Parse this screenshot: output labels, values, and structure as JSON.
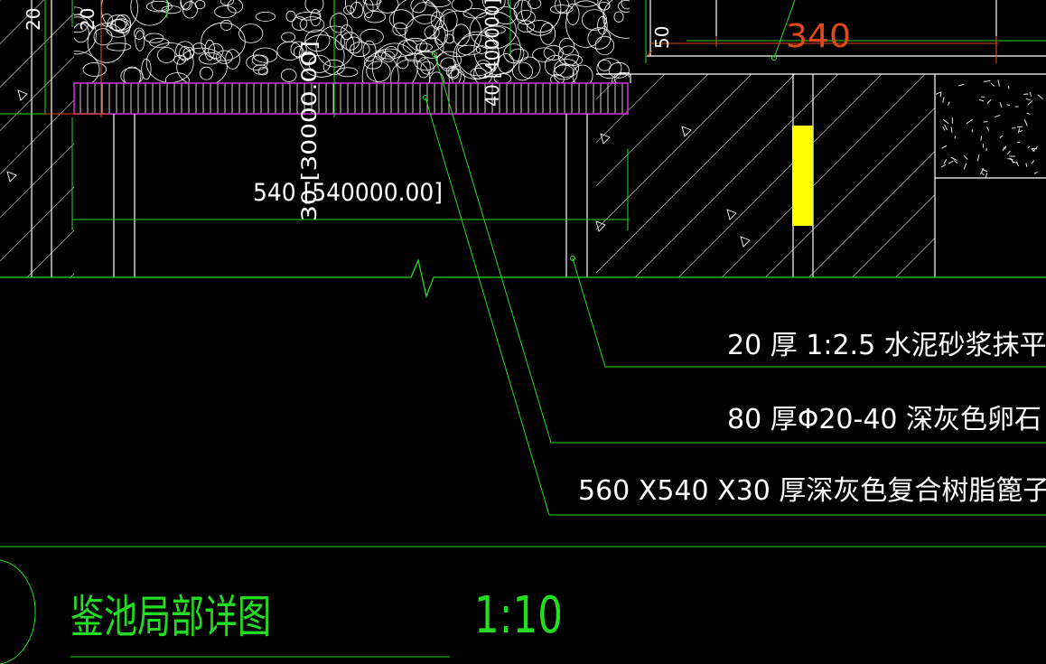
{
  "drawing": {
    "title": "鉴池局部详图",
    "scale": "1:10",
    "colors": {
      "background": "#000000",
      "linework": "#ffffff",
      "dimension": "#22dd22",
      "accent_dimension": "#e04a1a",
      "membrane": "#cc33cc",
      "highlight": "#ffff00"
    }
  },
  "dimensions": {
    "width_label": "540 [540000.00]",
    "vertical_tag_a": "30 [30000.00]",
    "vertical_tag_b": "40 [400000]",
    "top_right_label": "340",
    "edge_labels": [
      "20",
      "20",
      "50"
    ]
  },
  "callouts": [
    {
      "text": "20  厚  1:2.5    水泥砂浆抹平"
    },
    {
      "text": "80  厚Φ20-40     深灰色卵石"
    },
    {
      "text": "560   X540   X30  厚深灰色复合树脂篦子"
    }
  ]
}
